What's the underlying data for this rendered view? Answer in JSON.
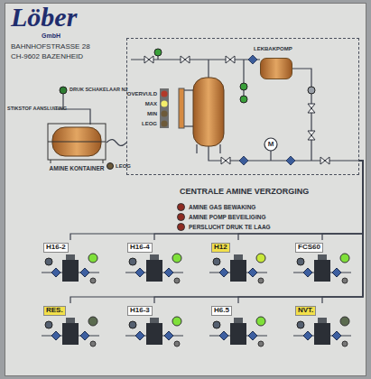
{
  "diagram": {
    "nodes": [
      {
        "text": [
          "CENTRALE AMINE VERZORGING"
        ]
      },
      {
        "text": [
          "LEKBAKPOMP"
        ],
        "in": 0
      },
      {
        "text": [
          "AMINE KONTAINER"
        ]
      },
      {
        "text": [
          "H16-2"
        ]
      },
      {
        "text": [
          "H16-4"
        ]
      },
      {
        "text": [
          "H12"
        ]
      },
      {
        "text": [
          "FCS60"
        ]
      },
      {
        "text": [
          "RES."
        ]
      },
      {
        "text": [
          "H16-3"
        ]
      },
      {
        "text": [
          "H6.5"
        ]
      },
      {
        "text": [
          "NVT."
        ]
      }
    ],
    "edges": [
      {
        "from": 2,
        "to": 0,
        "arrow": "none"
      },
      {
        "from": 0,
        "to": 3,
        "arrow": "none"
      },
      {
        "from": 0,
        "to": 4,
        "arrow": "none"
      },
      {
        "from": 0,
        "to": 5,
        "arrow": "none"
      },
      {
        "from": 0,
        "to": 6,
        "arrow": "none"
      },
      {
        "from": 0,
        "to": 7,
        "arrow": "none"
      },
      {
        "from": 0,
        "to": 8,
        "arrow": "none"
      },
      {
        "from": 0,
        "to": 9,
        "arrow": "none"
      },
      {
        "from": 0,
        "to": 10,
        "arrow": "none"
      }
    ],
    "labels": [
      "Löber",
      "GmbH",
      "BAHNHOFSTRASSE 28",
      "CH-9602 BAZENHEID",
      "DRUK SCHAKELAAR N2",
      "STIKSTOF AANSLUITING",
      "LEOG",
      "OVERVULD",
      "MAX",
      "MIN",
      "LEOG",
      "M"
    ],
    "legend": [
      {
        "text": "AMINE GAS BEWAKING",
        "color": "#8e2b22"
      },
      {
        "text": "AMINE POMP BEVEILIGING",
        "color": "#8e2b22"
      },
      {
        "text": "PERSLUCHT DRUK TE LAAG",
        "color": "#8e2b22"
      }
    ]
  }
}
